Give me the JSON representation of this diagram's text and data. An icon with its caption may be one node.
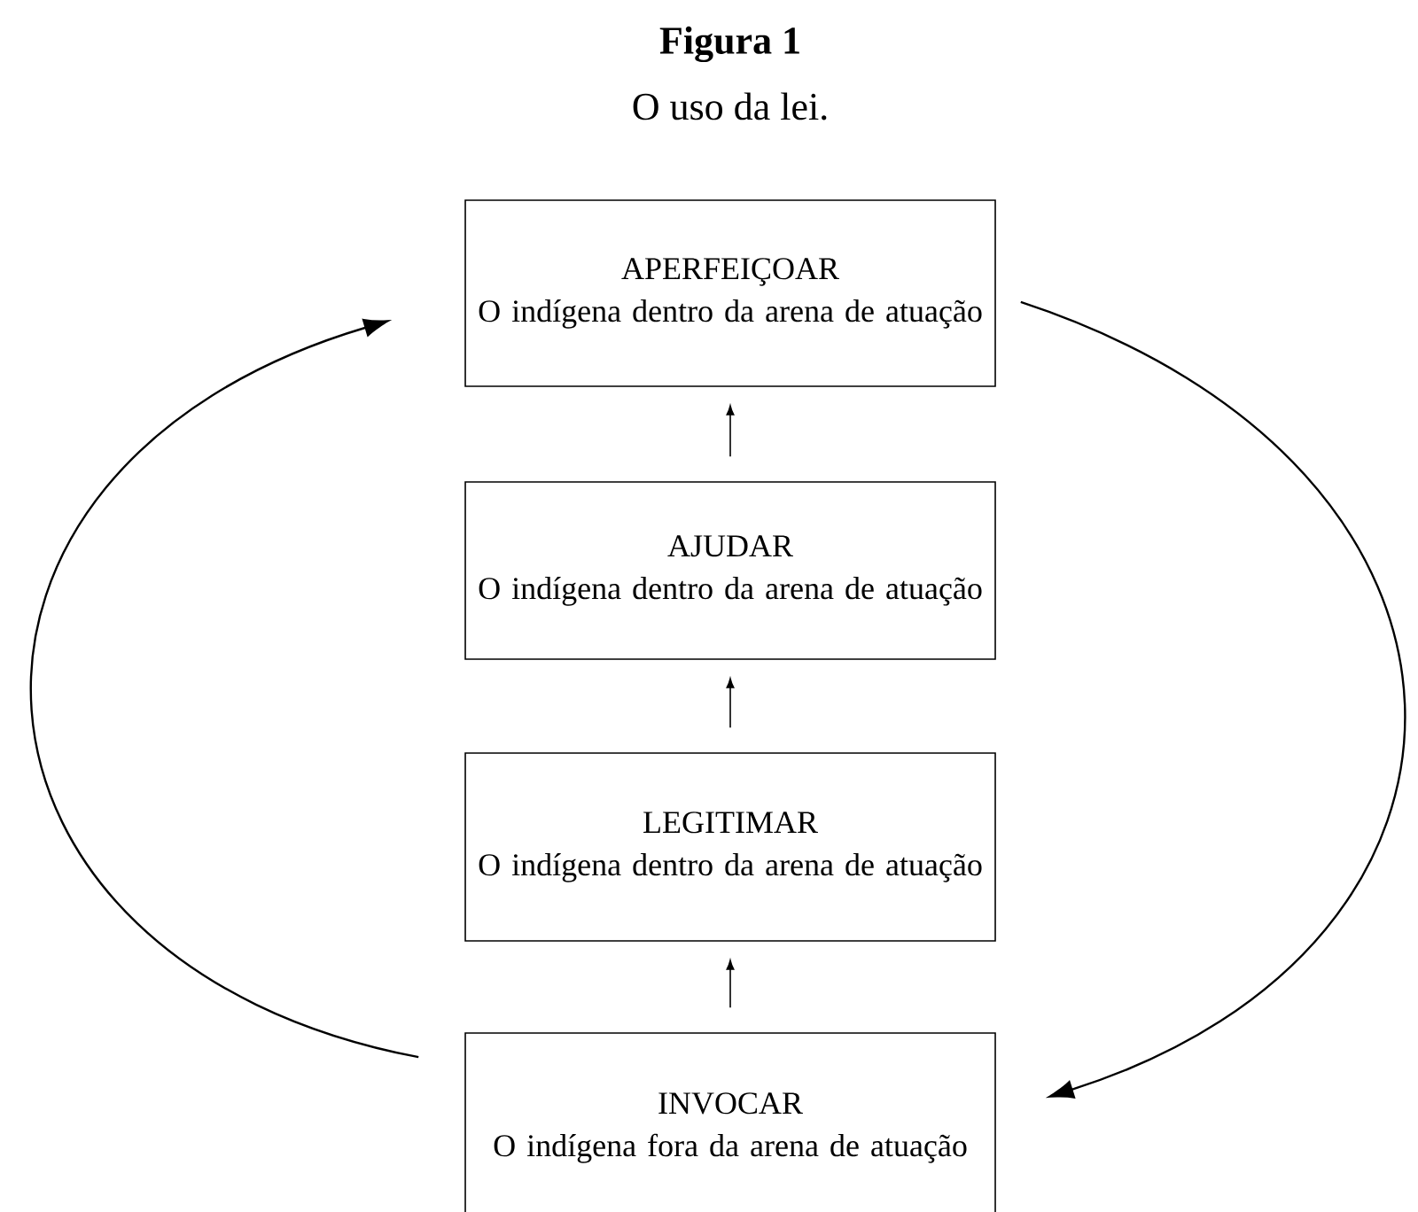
{
  "diagram": {
    "title": "Figura 1",
    "caption": "O uso da lei.",
    "nodes": [
      {
        "text": [
          "APERFEIÇOAR",
          "O indígena dentro da arena de atuação"
        ]
      },
      {
        "text": [
          "AJUDAR",
          "O indígena dentro da arena de atuação"
        ]
      },
      {
        "text": [
          "LEGITIMAR",
          "O indígena dentro da arena de atuação"
        ]
      },
      {
        "text": [
          "INVOCAR",
          "O indígena fora da arena de atuação"
        ]
      }
    ],
    "edges": [
      {
        "from": 3,
        "to": 2,
        "arrow": "to"
      },
      {
        "from": 2,
        "to": 1,
        "arrow": "to"
      },
      {
        "from": 1,
        "to": 0,
        "arrow": "to"
      },
      {
        "from": 3,
        "to": 0,
        "arrow": "to"
      },
      {
        "from": 0,
        "to": 3,
        "arrow": "to"
      }
    ]
  }
}
